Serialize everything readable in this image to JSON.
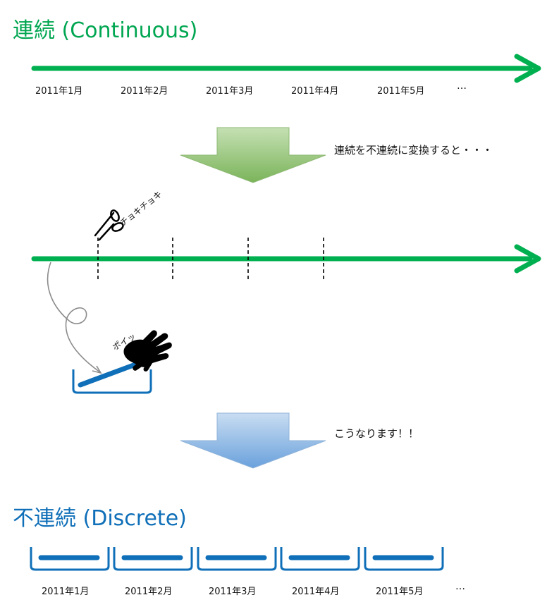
{
  "continuous": {
    "title": "連続 (Continuous)",
    "months": [
      "2011年1月",
      "2011年2月",
      "2011年3月",
      "2011年4月",
      "2011年5月"
    ],
    "ellipsis": "…"
  },
  "transition1": {
    "text": "連続を不連続に変換すると・・・"
  },
  "cutting": {
    "sound_cut": "チョキチョキ",
    "sound_toss": "ポイッ"
  },
  "transition2": {
    "text": "こうなります！！"
  },
  "discrete": {
    "title": "不連続 (Discrete)",
    "months": [
      "2011年1月",
      "2011年2月",
      "2011年3月",
      "2011年4月",
      "2011年5月"
    ],
    "ellipsis": "…"
  },
  "colors": {
    "green": "#00b050",
    "blue": "#0f6fb8",
    "arrow_green_top": "#c6e0b4",
    "arrow_green_bottom": "#70ad47",
    "arrow_blue_top": "#bdd7ee",
    "arrow_blue_bottom": "#5b9bd5"
  }
}
